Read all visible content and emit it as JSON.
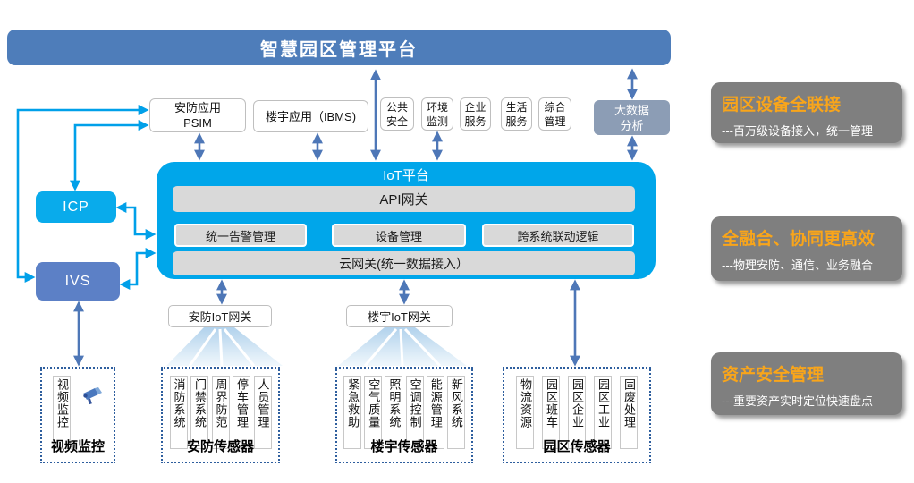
{
  "banner": {
    "title": "智慧园区管理平台"
  },
  "apps": {
    "psim": {
      "line1": "安防应用",
      "line2": "PSIM"
    },
    "ibms": {
      "label": "楼宇应用（IBMS)"
    },
    "small": [
      {
        "label": "公共安全"
      },
      {
        "label": "环境监测"
      },
      {
        "label": "企业服务"
      },
      {
        "label": "生活服务"
      },
      {
        "label": "综合管理"
      }
    ],
    "bigdata": {
      "label": "大数据分析"
    }
  },
  "platform": {
    "title": "IoT平台",
    "api_bar": "API网关",
    "modules": [
      "统一告警管理",
      "设备管理",
      "跨系统联动逻辑"
    ],
    "cloud_bar": "云网关(统一数据接入）"
  },
  "left_nodes": {
    "icp": "ICP",
    "ivs": "IVS"
  },
  "gateways": {
    "security": "安防IoT网关",
    "building": "楼宇IoT网关"
  },
  "sensors": {
    "video": {
      "label": "视频监控",
      "item": "视频监控",
      "icon": "camera-icon"
    },
    "security": {
      "label": "安防传感器",
      "items": [
        "消防系统",
        "门禁系统",
        "周界防范",
        "停车管理",
        "人员管理"
      ]
    },
    "building": {
      "label": "楼宇传感器",
      "items": [
        "紧急救助",
        "空气质量",
        "照明系统",
        "空调控制",
        "能源管理",
        "新风系统"
      ]
    },
    "park": {
      "label": "园区传感器",
      "items": [
        "物流资源",
        "园区班车",
        "园区企业",
        "园区工业",
        "固废处理"
      ]
    }
  },
  "benefits": [
    {
      "title": "园区设备全联接",
      "desc": "---百万级设备接入，统一管理"
    },
    {
      "title": "全融合、协同更高效",
      "desc": "---物理安防、通信、业务融合"
    },
    {
      "title": "资产安全管理",
      "desc": "---重要资产实时定位快速盘点"
    }
  ],
  "colors": {
    "banner_blue": "#4E7DBA",
    "platform_cyan": "#00A6EA",
    "arrow_blue": "#4E77B7",
    "connector_cyan": "#00A0E9",
    "gray_bar": "#D9D9D9",
    "bigdata_gray_blue": "#8C9DB5",
    "ivs_blue": "#5C80C6",
    "panel_gray": "#7F7F7F",
    "benefit_orange": "#F9A51A",
    "dashed_border": "#2E5E9E"
  }
}
